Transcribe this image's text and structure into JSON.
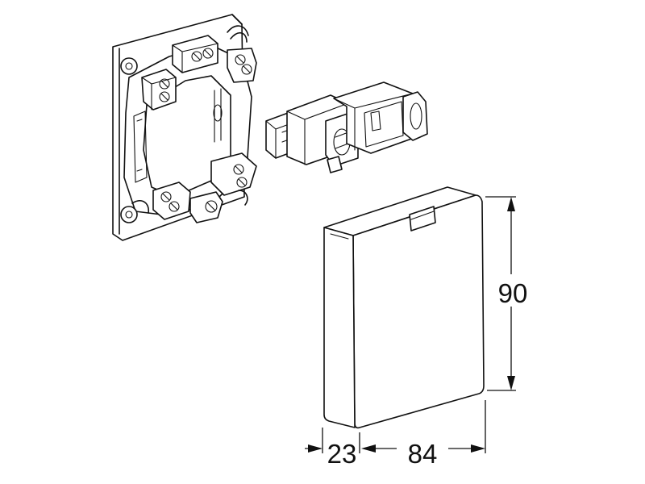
{
  "dimensions": {
    "height_label": "90",
    "depth_label": "23",
    "width_label": "84"
  }
}
